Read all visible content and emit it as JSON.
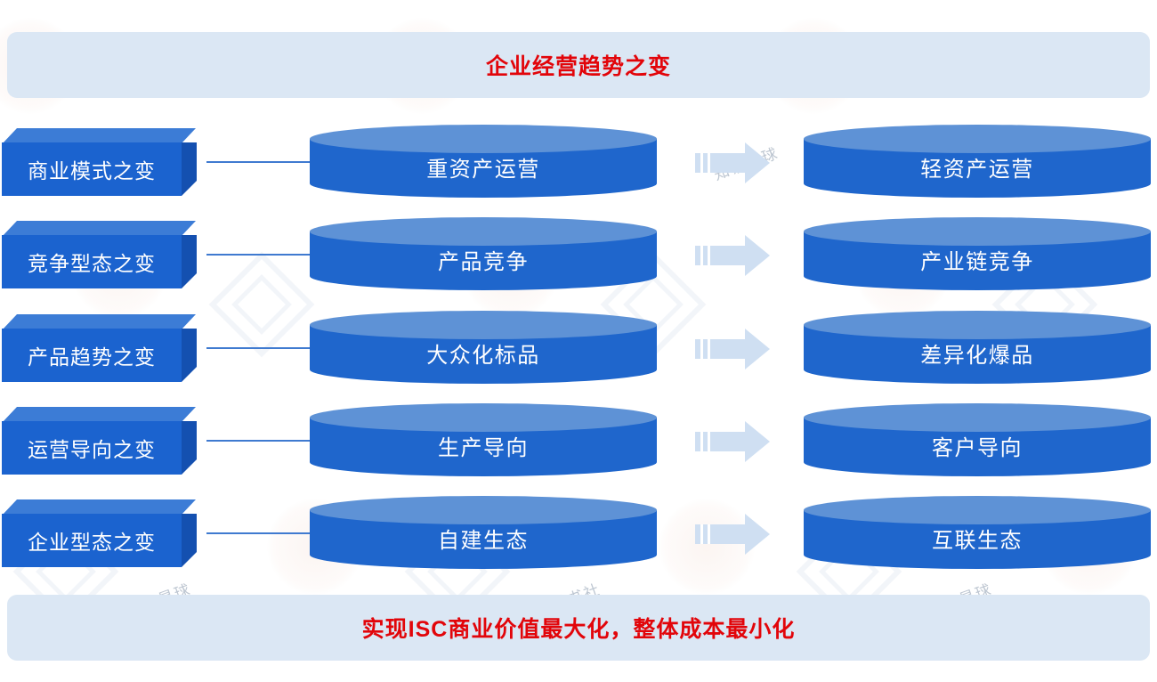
{
  "title_banner": {
    "text": "企业经营趋势之变"
  },
  "footer_banner": {
    "text": "实现ISC商业价值最大化，整体成本最小化"
  },
  "colors": {
    "banner_bg": "#dbe7f4",
    "banner_text": "#e2050a",
    "box_front": "#1b63cf",
    "box_top": "#3c7cd6",
    "box_side": "#1450b0",
    "cylinder_body": "#1f66cc",
    "cylinder_top": "#5e92d6",
    "connector_line": "#3f7ad0",
    "arrow_fill": "#cfdff2",
    "label_text": "#ffffff",
    "page_bg": "#ffffff"
  },
  "rows": [
    {
      "label": "商业模式之变",
      "from": "重资产运营",
      "to": "轻资产运营",
      "arrow": "right-arrow-icon"
    },
    {
      "label": "竞争型态之变",
      "from": "产品竞争",
      "to": "产业链竞争",
      "arrow": "right-arrow-icon"
    },
    {
      "label": "产品趋势之变",
      "from": "大众化标品",
      "to": "差异化爆品",
      "arrow": "right-arrow-icon"
    },
    {
      "label": "运营导向之变",
      "from": "生产导向",
      "to": "客户导向",
      "arrow": "right-arrow-icon"
    },
    {
      "label": "企业型态之变",
      "from": "自建生态",
      "to": "互联生态",
      "arrow": "right-arrow-icon"
    }
  ],
  "watermarks": [
    "知识星球",
    "三猫书社"
  ]
}
